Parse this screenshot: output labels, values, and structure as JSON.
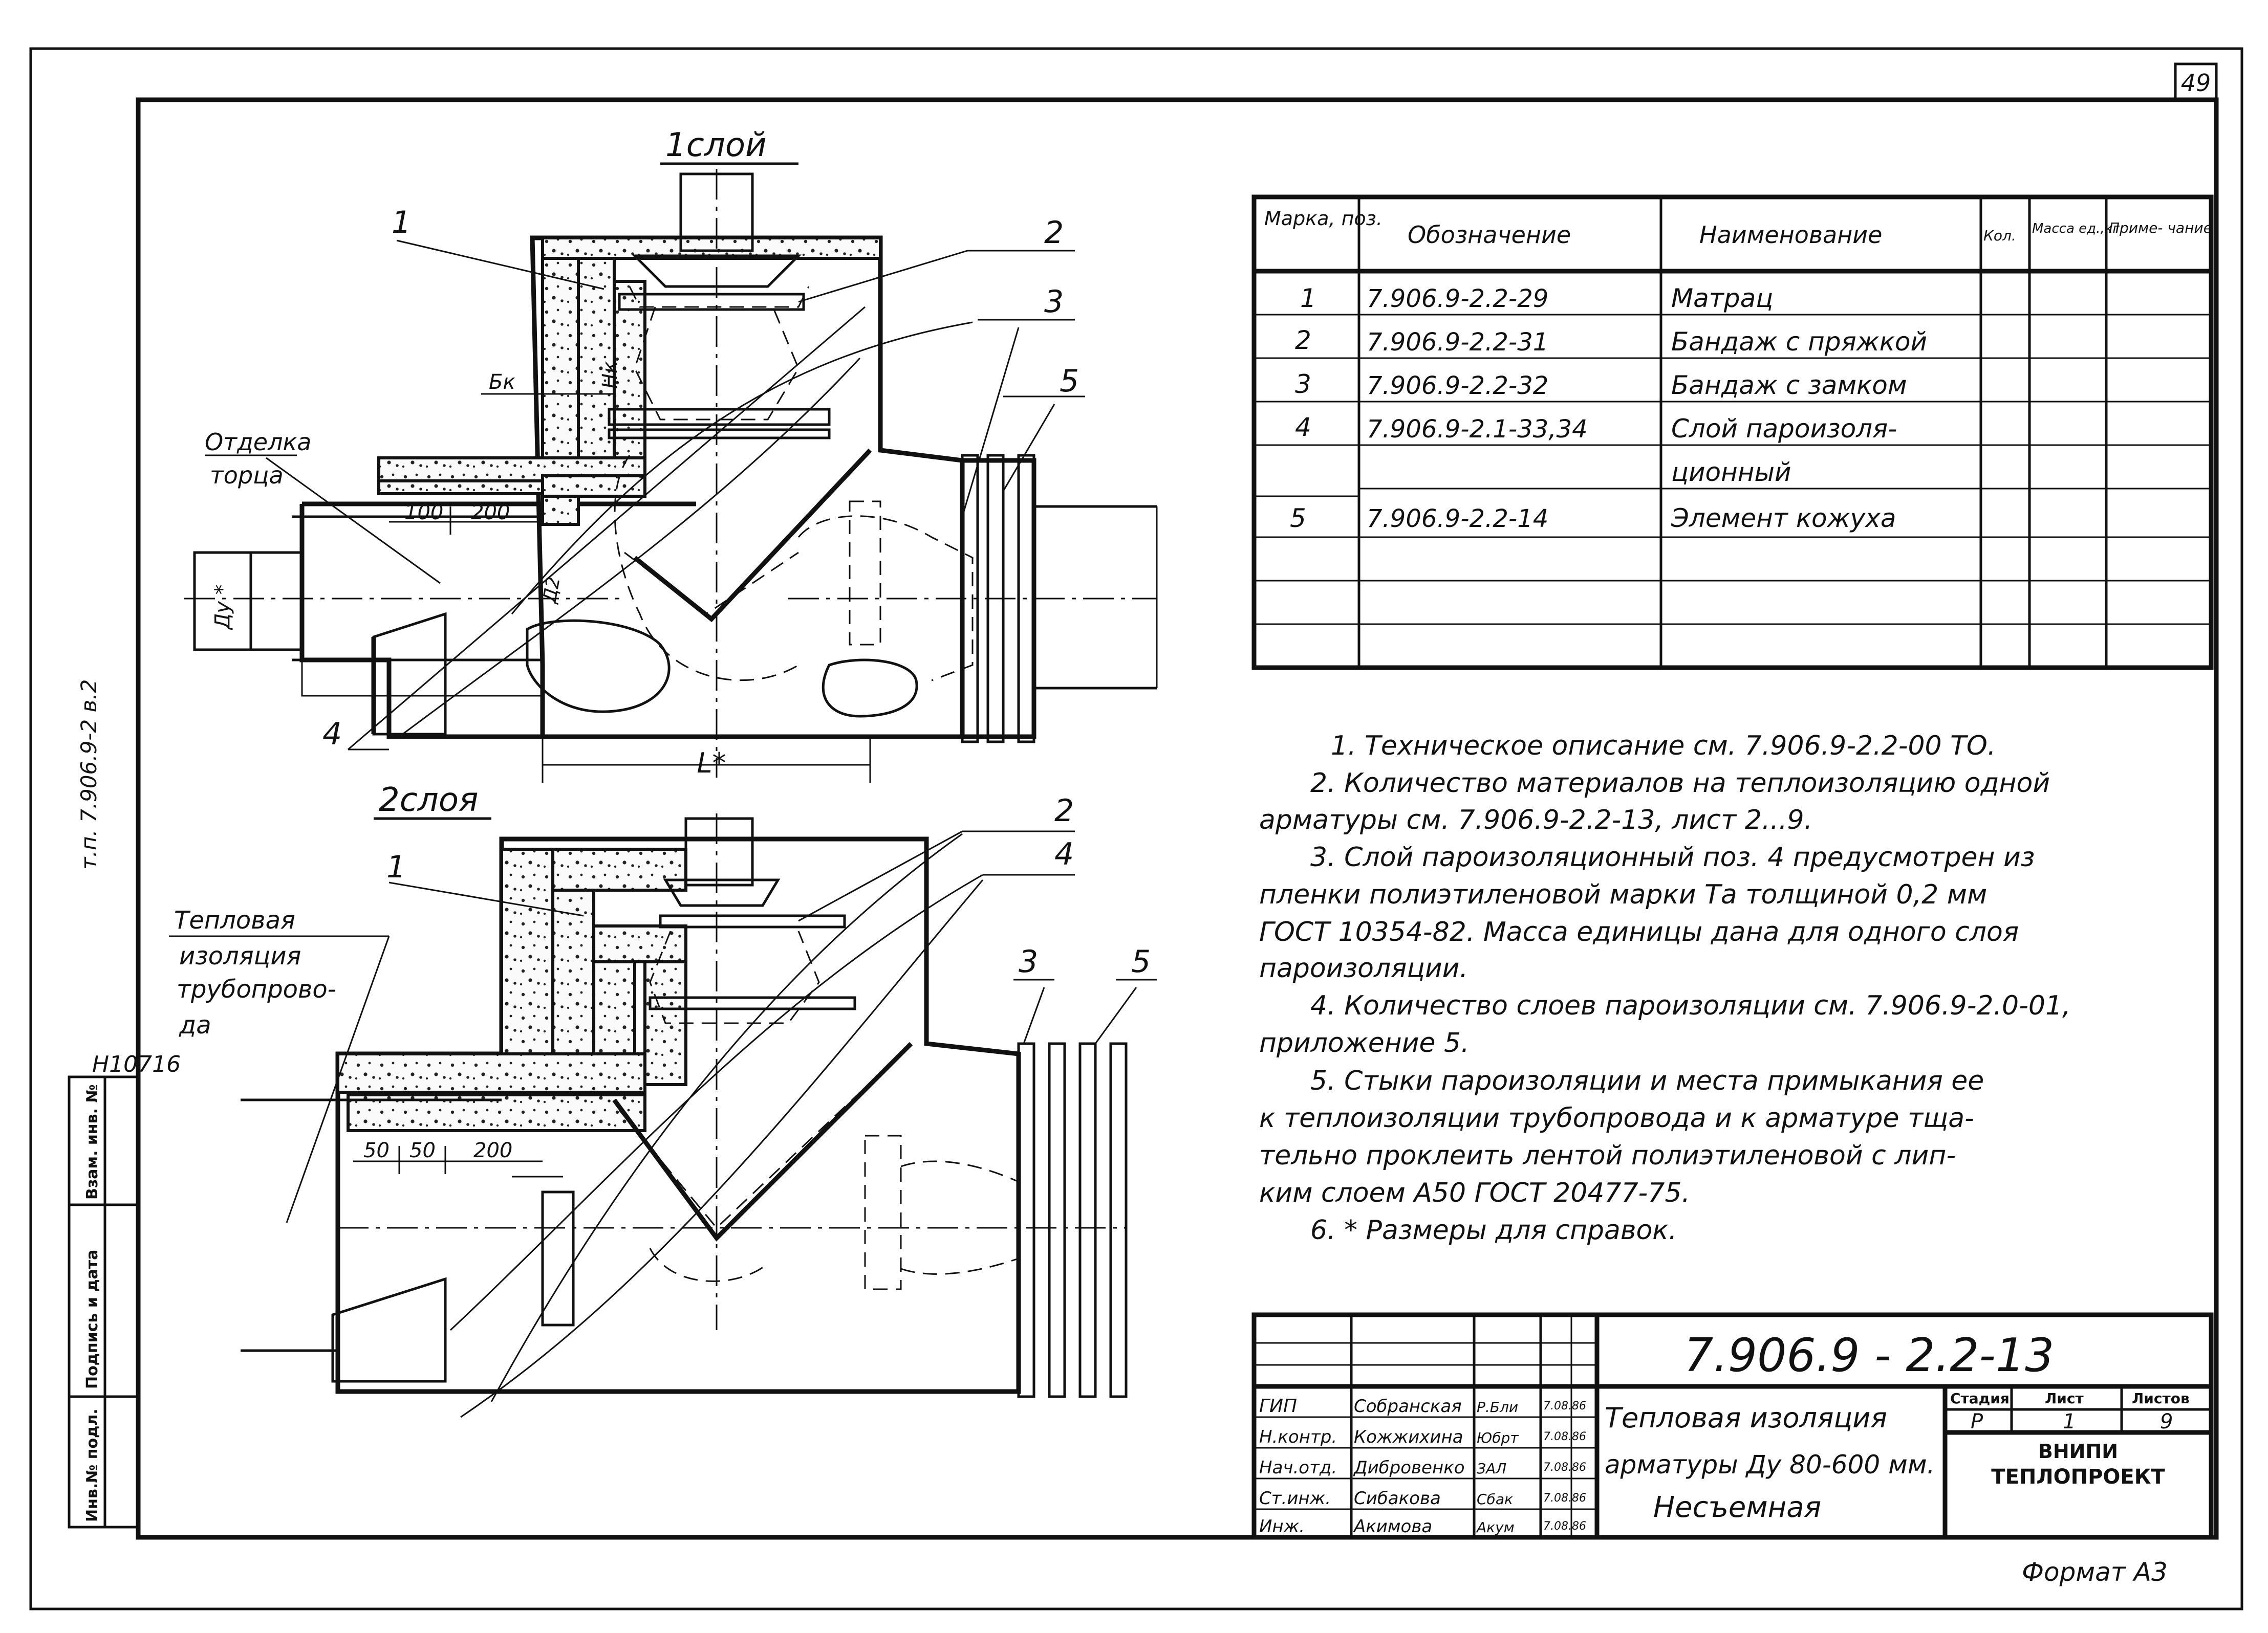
{
  "sheet": {
    "number": "49",
    "format_label": "Формат А3"
  },
  "side_stamp": {
    "code": "т.п. 7.906.9-2  в.2",
    "inv": "Н10716"
  },
  "side_table": [
    "Инв.№ подл.",
    "Подпись и дата",
    "Взам. инв. №"
  ],
  "views": {
    "top_title": "1слой",
    "bottom_title": "2слоя",
    "top_callouts": [
      "1",
      "2",
      "3",
      "4",
      "5"
    ],
    "bottom_callouts": [
      "1",
      "2",
      "3",
      "4",
      "5"
    ],
    "top_notes": {
      "otdelka": "Отделка",
      "torca": "торца",
      "bk": "Бк",
      "hk": "Нк",
      "dim100": "100",
      "dim200": "200",
      "du": "Ду *",
      "l": "L*",
      "d2": "Д2"
    },
    "bottom_notes": {
      "thermal_1": "Тепловая",
      "thermal_2": "изоляция",
      "thermal_3": "трубопрово-",
      "thermal_4": "да",
      "dim50a": "50",
      "dim50b": "50",
      "dim200": "200"
    }
  },
  "spec_table": {
    "headers": [
      "Марка, поз.",
      "Обозначение",
      "Наименование",
      "Кол.",
      "Масса ед.,кг",
      "Приме- чание"
    ],
    "rows": [
      [
        "1",
        "7.906.9-2.2-29",
        "Матрац",
        "",
        "",
        ""
      ],
      [
        "2",
        "7.906.9-2.2-31",
        "Бандаж с пряжкой",
        "",
        "",
        ""
      ],
      [
        "3",
        "7.906.9-2.2-32",
        "Бандаж с замком",
        "",
        "",
        ""
      ],
      [
        "4",
        "7.906.9-2.1-33,34",
        "Слой пароизоля-",
        "",
        "",
        ""
      ],
      [
        "",
        "",
        "ционный",
        "",
        "",
        ""
      ],
      [
        "5",
        "7.906.9-2.2-14",
        "Элемент кожуха",
        "",
        "",
        ""
      ],
      [
        "",
        "",
        "",
        "",
        "",
        ""
      ],
      [
        "",
        "",
        "",
        "",
        "",
        ""
      ],
      [
        "",
        "",
        "",
        "",
        "",
        ""
      ]
    ]
  },
  "notes": [
    "1. Техническое описание см. 7.906.9-2.2-00 ТО.",
    "2. Количество материалов на теплоизоляцию одной",
    "арматуры см. 7.906.9-2.2-13, лист 2...9.",
    "3. Слой пароизоляционный поз. 4 предусмотрен из",
    "пленки полиэтиленовой марки Та толщиной 0,2 мм",
    "ГОСТ 10354-82. Масса единицы дана для одного слоя",
    "пароизоляции.",
    "4. Количество слоев пароизоляции см. 7.906.9-2.0-01,",
    "приложение 5.",
    "5. Стыки пароизоляции и места примыкания ее",
    "к теплоизоляции трубопровода и к арматуре тща-",
    "тельно проклеить лентой полиэтиленовой с лип-",
    "ким слоем А50 ГОСТ 20477-75.",
    "6. * Размеры для справок."
  ],
  "title_block": {
    "doc_code": "7.906.9 - 2.2-13",
    "title_1": "Тепловая изоляция",
    "title_2": "арматуры Ду 80-600 мм.",
    "title_3": "Несъемная",
    "stage_h": "Стадия",
    "sheet_h": "Лист",
    "sheets_h": "Листов",
    "stage": "Р",
    "sheet": "1",
    "sheets": "9",
    "org_1": "ВНИПИ",
    "org_2": "ТЕПЛОПРОЕКТ",
    "people": [
      {
        "role": "ГИП",
        "name": "Собранская",
        "sign": "Р.Бли",
        "date": "7.08.86"
      },
      {
        "role": "Н.контр.",
        "name": "Кожжихина",
        "sign": "Юбрт",
        "date": "7.08.86"
      },
      {
        "role": "Нач.отд.",
        "name": "Дибровенко",
        "sign": "ЗАЛ",
        "date": "7.08.86"
      },
      {
        "role": "Ст.инж.",
        "name": "Сибакова",
        "sign": "Сбак",
        "date": "7.08.86"
      },
      {
        "role": "Инж.",
        "name": "Акимова",
        "sign": "Акум",
        "date": "7.08.86"
      }
    ]
  }
}
